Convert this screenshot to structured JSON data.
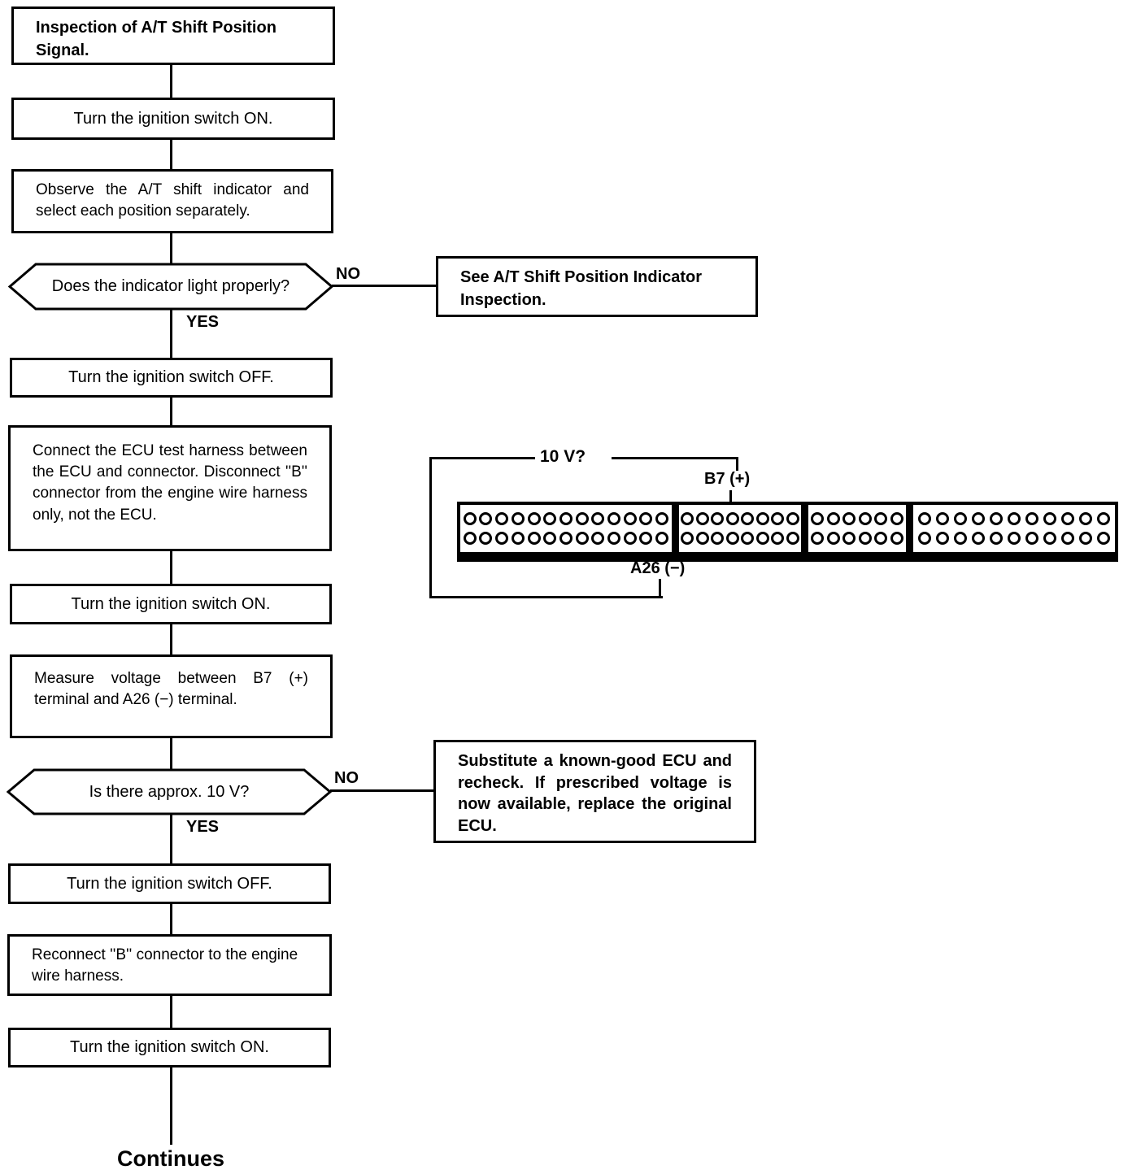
{
  "flow": {
    "title": "Inspection of A/T Shift Position Signal.",
    "steps": {
      "ignition_on_1": "Turn the ignition switch ON.",
      "observe": "Observe the A/T shift indicator and select each position separately.",
      "ignition_off_1": "Turn the ignition switch OFF.",
      "connect_harness": "Connect the ECU test harness between the ECU and connector. Disconnect ''B'' connector from the engine wire harness only, not the ECU.",
      "ignition_on_2": "Turn the ignition switch ON.",
      "measure": "Measure voltage between B7 (+) terminal and A26 (−) terminal.",
      "ignition_off_2": "Turn the ignition switch OFF.",
      "reconnect": "Reconnect ''B'' connector to the engine wire harness.",
      "ignition_on_3": "Turn the ignition switch ON."
    },
    "decisions": {
      "indicator": "Does the indicator light properly?",
      "voltage": "Is there approx. 10 V?"
    },
    "results": {
      "see_indicator": "See A/T Shift Position Indicator Inspection.",
      "substitute_ecu": "Substitute a known-good ECU and recheck. If prescribed voltage is now available, replace the original ECU."
    },
    "edge_labels": {
      "no1": "NO",
      "yes1": "YES",
      "no2": "NO",
      "yes2": "YES"
    },
    "end": "Continues"
  },
  "connector_diagram": {
    "measure_label": "10 V?",
    "positive_terminal": "B7 (+)",
    "negative_terminal": "A26 (−)",
    "sections": [
      {
        "pins_per_row": 13,
        "rows": 2
      },
      {
        "pins_per_row": 8,
        "rows": 2
      },
      {
        "pins_per_row": 6,
        "rows": 2
      },
      {
        "pins_per_row": 11,
        "rows": 2
      }
    ]
  },
  "colors": {
    "line": "#000000",
    "background": "#ffffff"
  }
}
